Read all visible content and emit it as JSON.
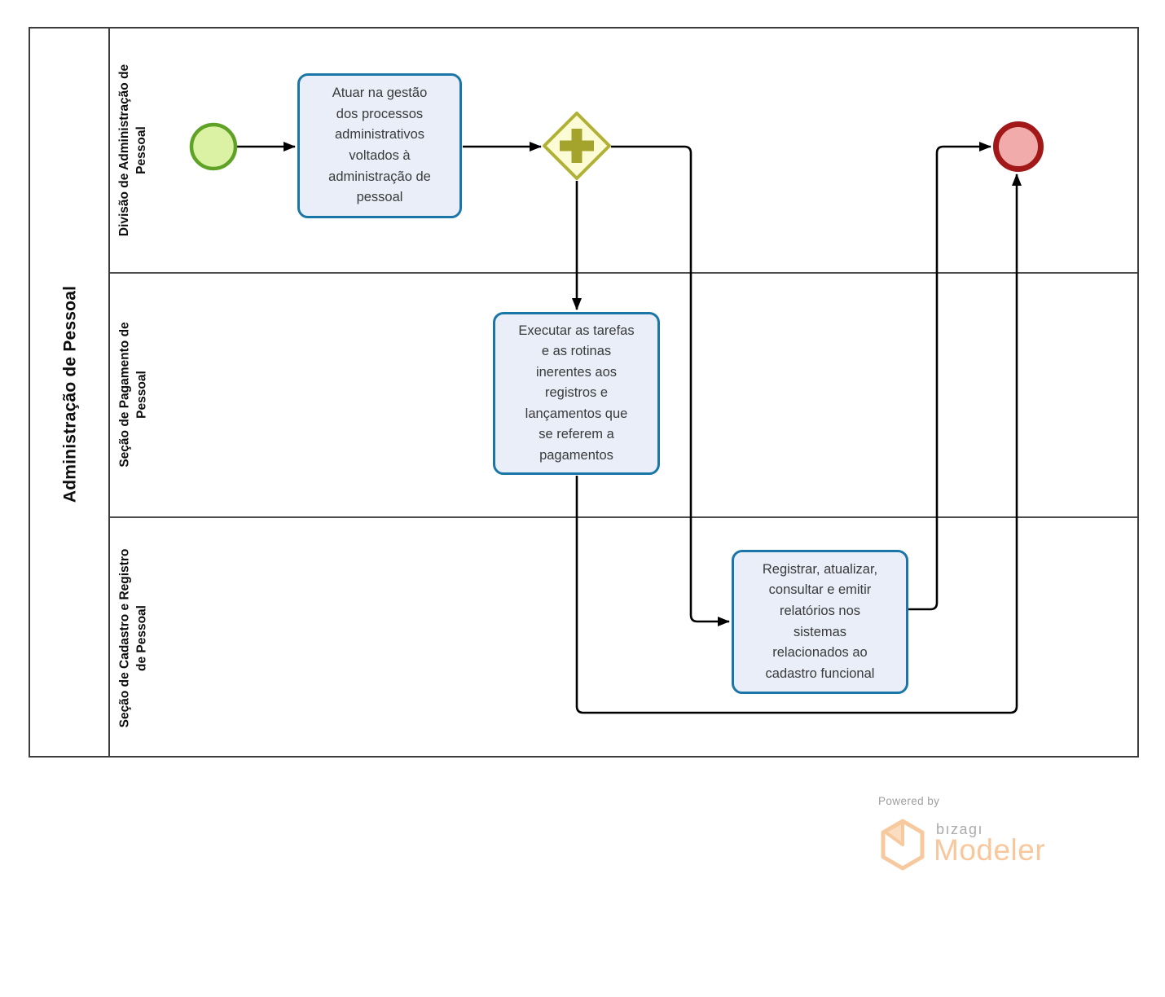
{
  "pool": {
    "label": "Administração de Pessoal",
    "lanes": [
      {
        "label": "Divisão de Administração de\nPessoal"
      },
      {
        "label": "Seção de Pagamento de\nPessoal"
      },
      {
        "label": "Seção de Cadastro e Registro\nde Pessoal"
      }
    ]
  },
  "nodes": {
    "task1": {
      "label": "Atuar na gestão\ndos processos\nadministrativos\nvoltados à\nadministração de\npessoal"
    },
    "task2": {
      "label": "Executar as tarefas\ne as rotinas\ninerentes aos\nregistros e\nlançamentos que\nse referem a\npagamentos"
    },
    "task3": {
      "label": "Registrar, atualizar,\nconsultar e emitir\nrelatórios nos\nsistemas\nrelacionados ao\ncadastro funcional"
    }
  },
  "colors": {
    "task_fill": "#E9EEF9",
    "task_border": "#1B76A8",
    "gateway_fill": "#FBFBD5",
    "gateway_border": "#B1B135",
    "gateway_plus": "#A4A42D",
    "start_event_fill": "#DBF1A3",
    "start_event_border": "#5EA226",
    "end_event_fill": "#F1ABAB",
    "end_event_border": "#A21818",
    "flow_line": "#000000",
    "frame_line": "#3d3d3d",
    "logo_orange": "#F9C79B",
    "logo_gray": "#9e9e9e"
  },
  "footer": {
    "powered_by": "Powered by",
    "brand": "bızagı",
    "product": "Modeler"
  }
}
